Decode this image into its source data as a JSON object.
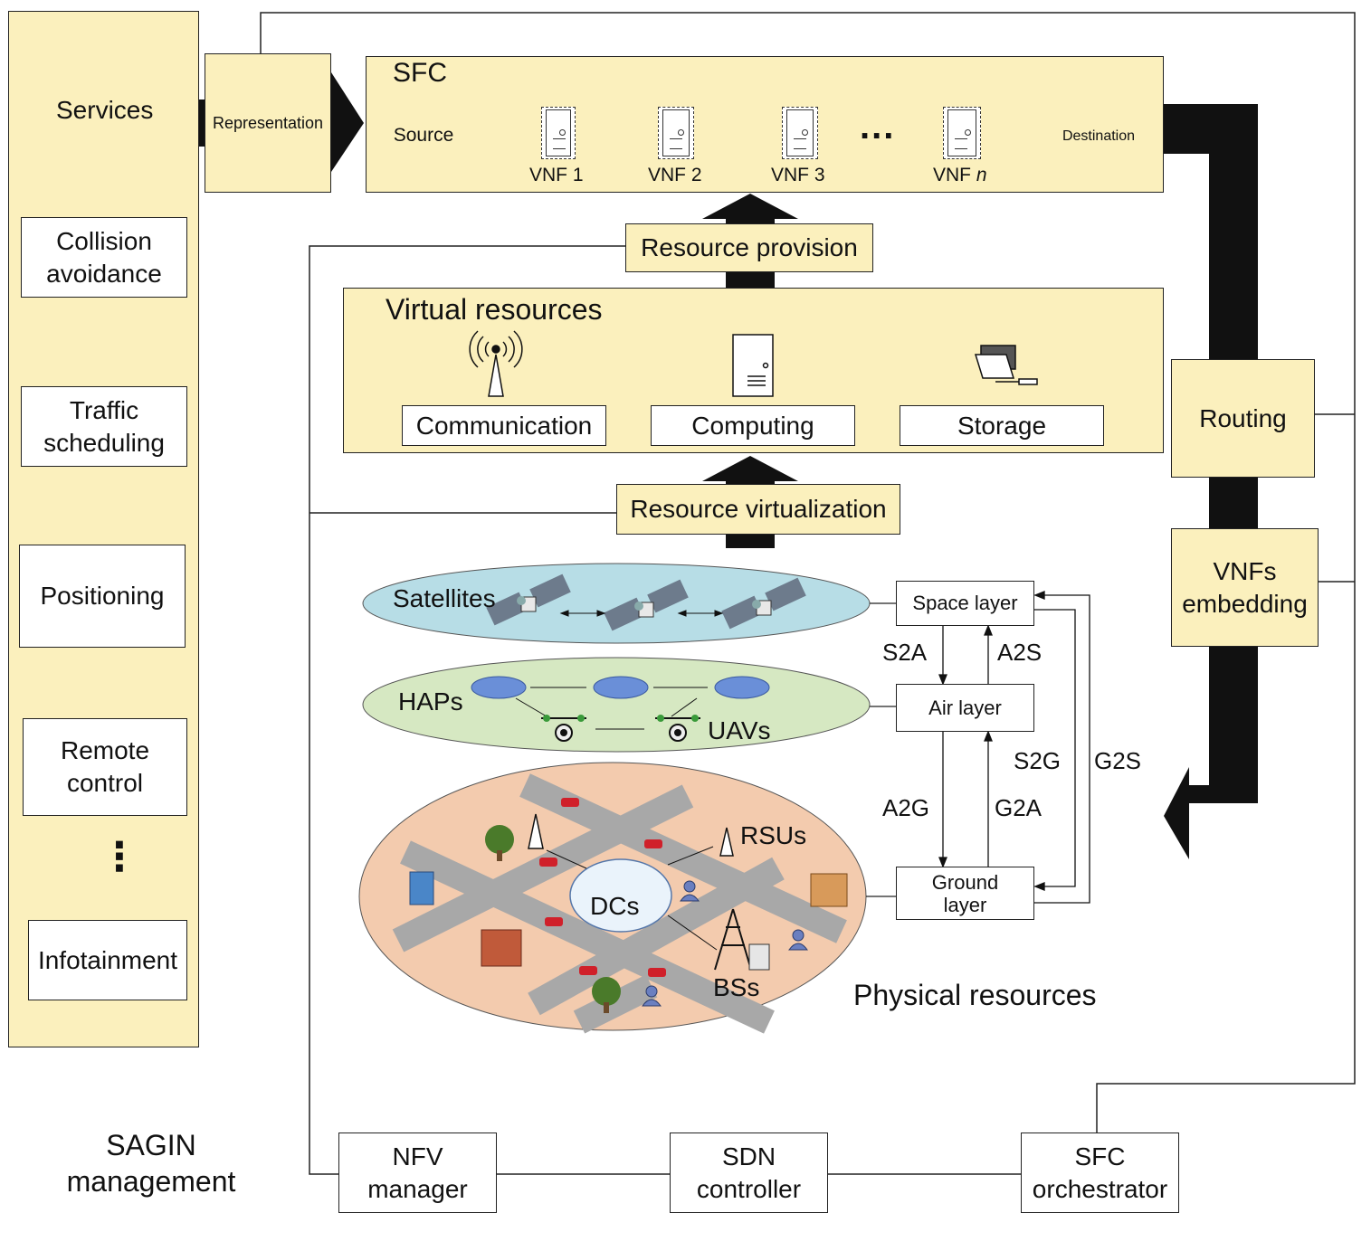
{
  "services": {
    "title": "Services",
    "items": [
      "Collision avoidance",
      "Traffic scheduling",
      "Positioning",
      "Remote control",
      "Infotainment"
    ],
    "more": "⋮"
  },
  "representation": "Representation",
  "sfc": {
    "title": "SFC",
    "source": "Source",
    "destination": "Destination",
    "vnfs": [
      {
        "prefix": "VNF",
        "index": "1"
      },
      {
        "prefix": "VNF",
        "index": "2"
      },
      {
        "prefix": "VNF",
        "index": "3"
      },
      {
        "prefix": "VNF",
        "index": "n"
      }
    ],
    "ellipsis": "..."
  },
  "resource_provision": "Resource provision",
  "virtual": {
    "title": "Virtual resources",
    "items": [
      "Communication",
      "Computing",
      "Storage"
    ]
  },
  "resource_virtualization": "Resource virtualization",
  "routing": "Routing",
  "vnfs_embedding": "VNFs embedding",
  "physical": {
    "title": "Physical resources",
    "satellites": "Satellites",
    "haps": "HAPs",
    "uavs": "UAVs",
    "rsus": "RSUs",
    "dcs": "DCs",
    "bss": "BSs",
    "layers": {
      "space": "Space layer",
      "air": "Air layer",
      "ground": "Ground layer"
    },
    "links": {
      "s2a": "S2A",
      "a2s": "A2S",
      "s2g": "S2G",
      "g2s": "G2S",
      "a2g": "A2G",
      "g2a": "G2A"
    }
  },
  "management": {
    "title": "SAGIN management",
    "nfv": "NFV manager",
    "sdn": "SDN controller",
    "orchestrator": "SFC orchestrator"
  },
  "colors": {
    "panel": "#fbf0bd",
    "satellite_ellipse": "#b7dde6",
    "hap_ellipse": "#d6e8c2",
    "ground_ellipse": "#f3cbae",
    "node_circle": "#e6e2f1"
  }
}
